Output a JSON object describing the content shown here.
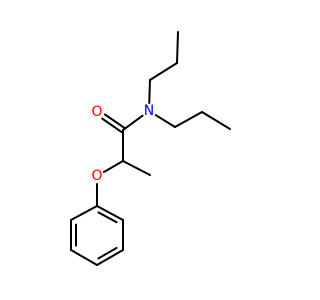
{
  "molecule": {
    "atoms": [
      {
        "id": "o_carbonyl",
        "label": "O",
        "color": "#ff0000"
      },
      {
        "id": "n_amide",
        "label": "N",
        "color": "#0000ff"
      },
      {
        "id": "o_ether",
        "label": "O",
        "color": "#ff0000"
      }
    ],
    "bond_color": "#000000"
  }
}
